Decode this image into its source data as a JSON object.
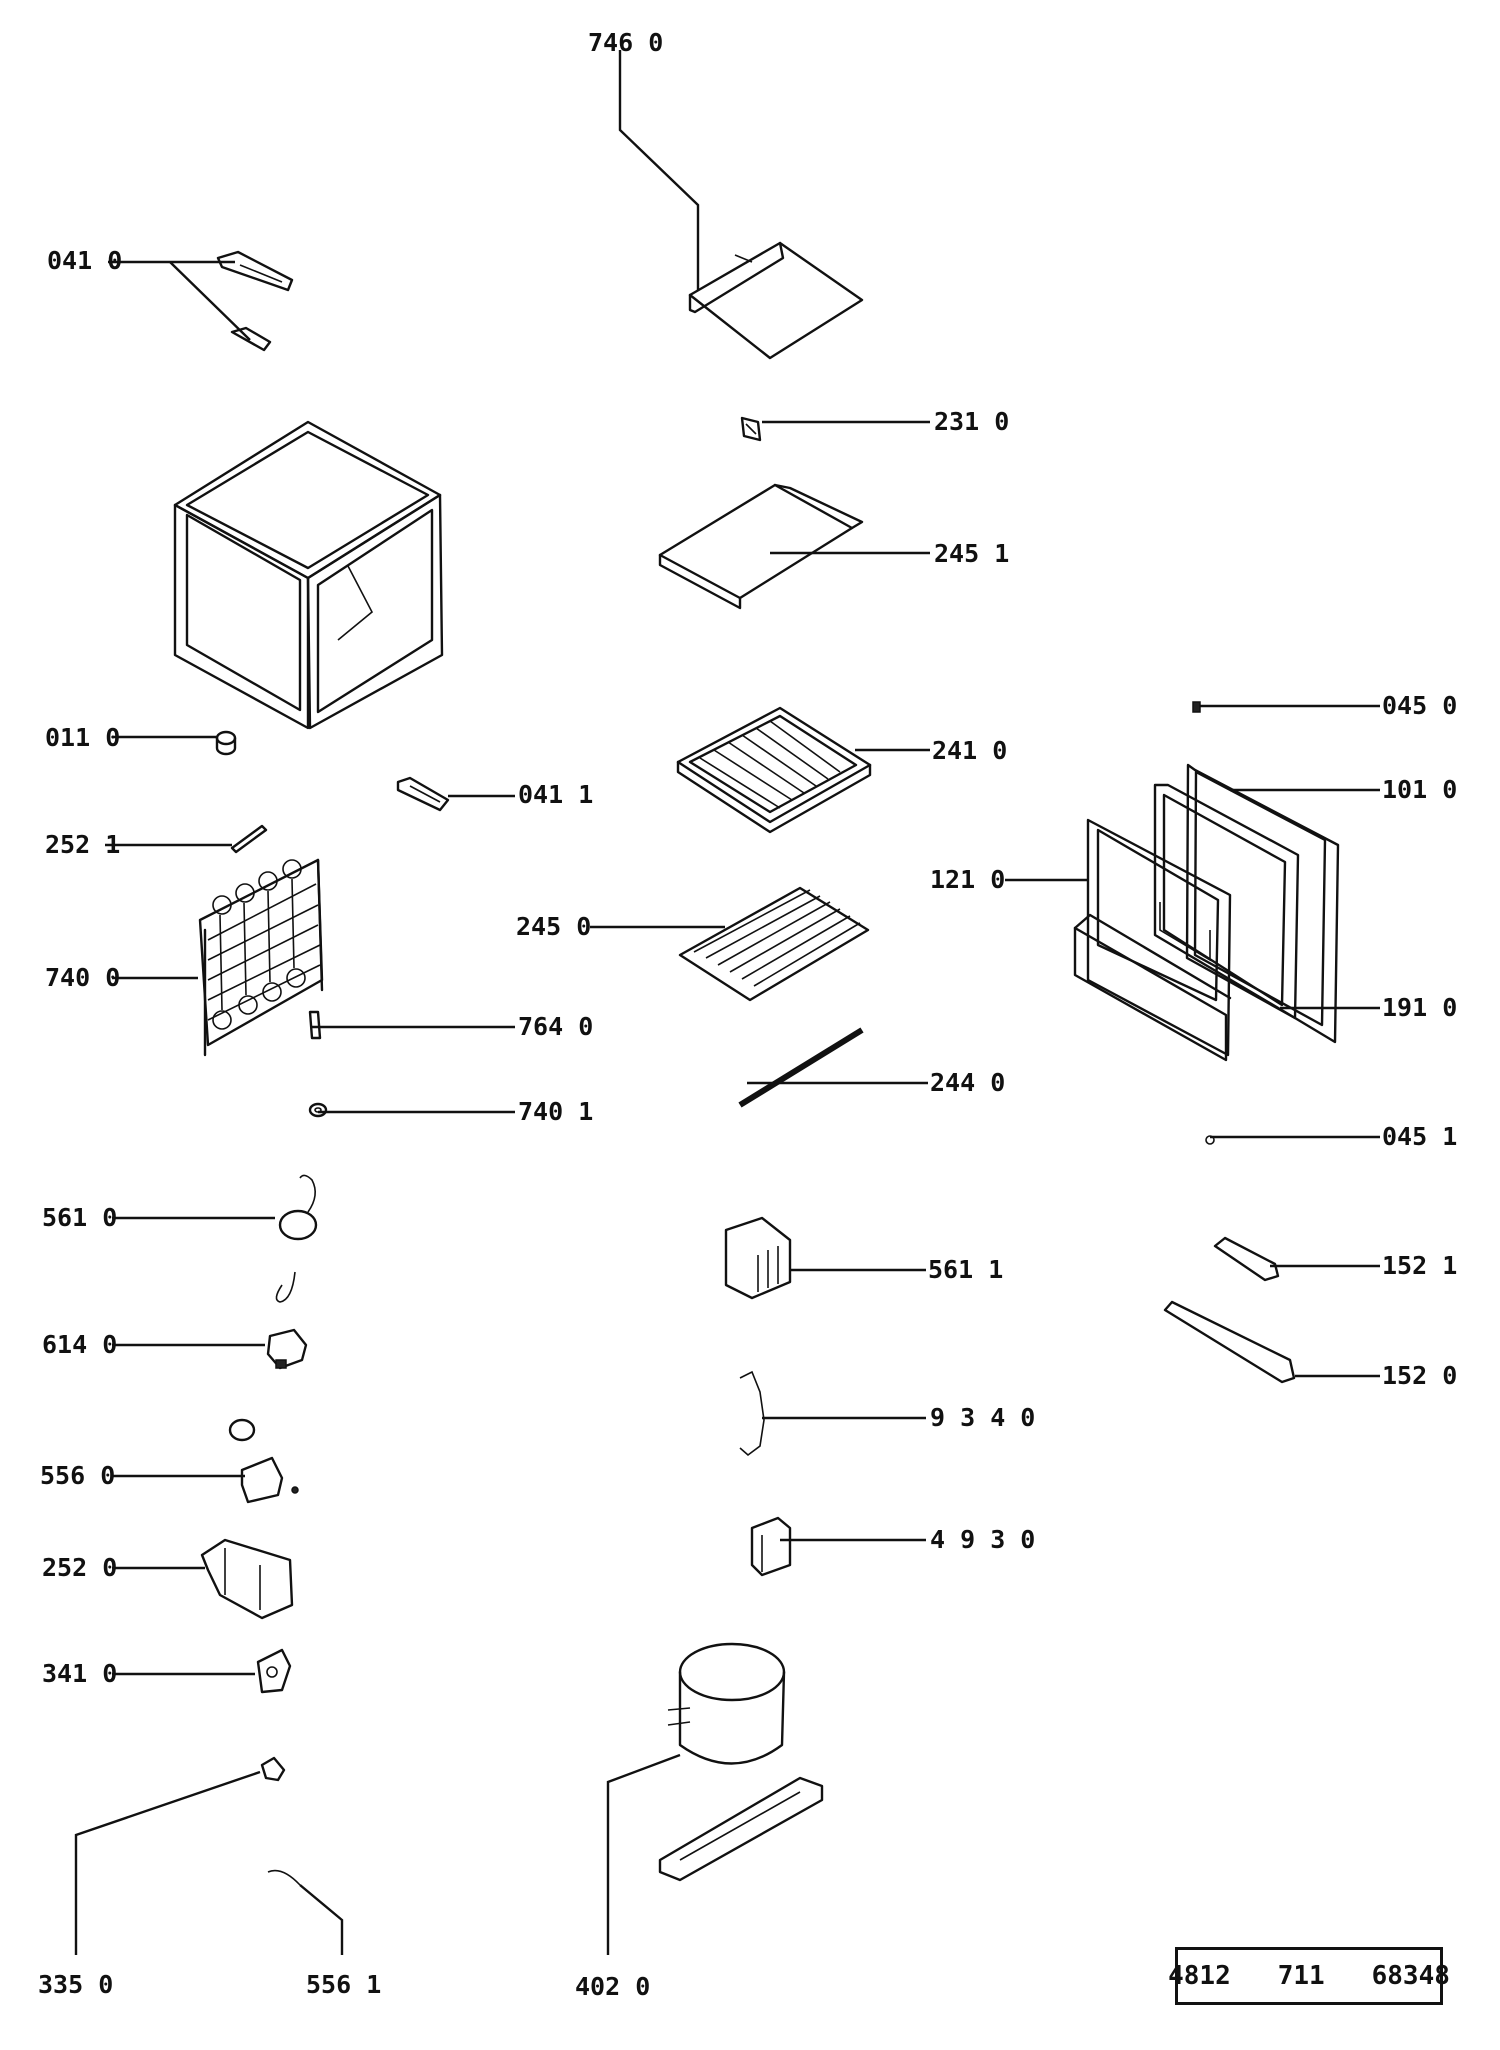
{
  "labels": {
    "l7460": "746  0",
    "l0410": "041 0",
    "l2310": "231 0",
    "l2451": "245 1",
    "l0110": "011 0",
    "l0411": "041 1",
    "l2410": "241 0",
    "l0450": "045 0",
    "l1010": "101 0",
    "l2521": "252 1",
    "l1210": "121 0",
    "l2450": "245 0",
    "l7400": "740 0",
    "l7640": "764 0",
    "l1910": "191 0",
    "l2440": "244 0",
    "l7401": "740 1",
    "l0451": "045 1",
    "l5610": "561 0",
    "l5611": "561 1",
    "l1521": "152 1",
    "l6140": "614 0",
    "l1520": "152 0",
    "l9340": "9 3 4 0",
    "l5560": "556 0",
    "l4930": "4 9 3 0",
    "l2520": "252 0",
    "l3410": "341 0",
    "l3350": "335 0",
    "l5561": "556 1",
    "l4020": "402  0"
  },
  "doc_number": "4812   711   68348"
}
